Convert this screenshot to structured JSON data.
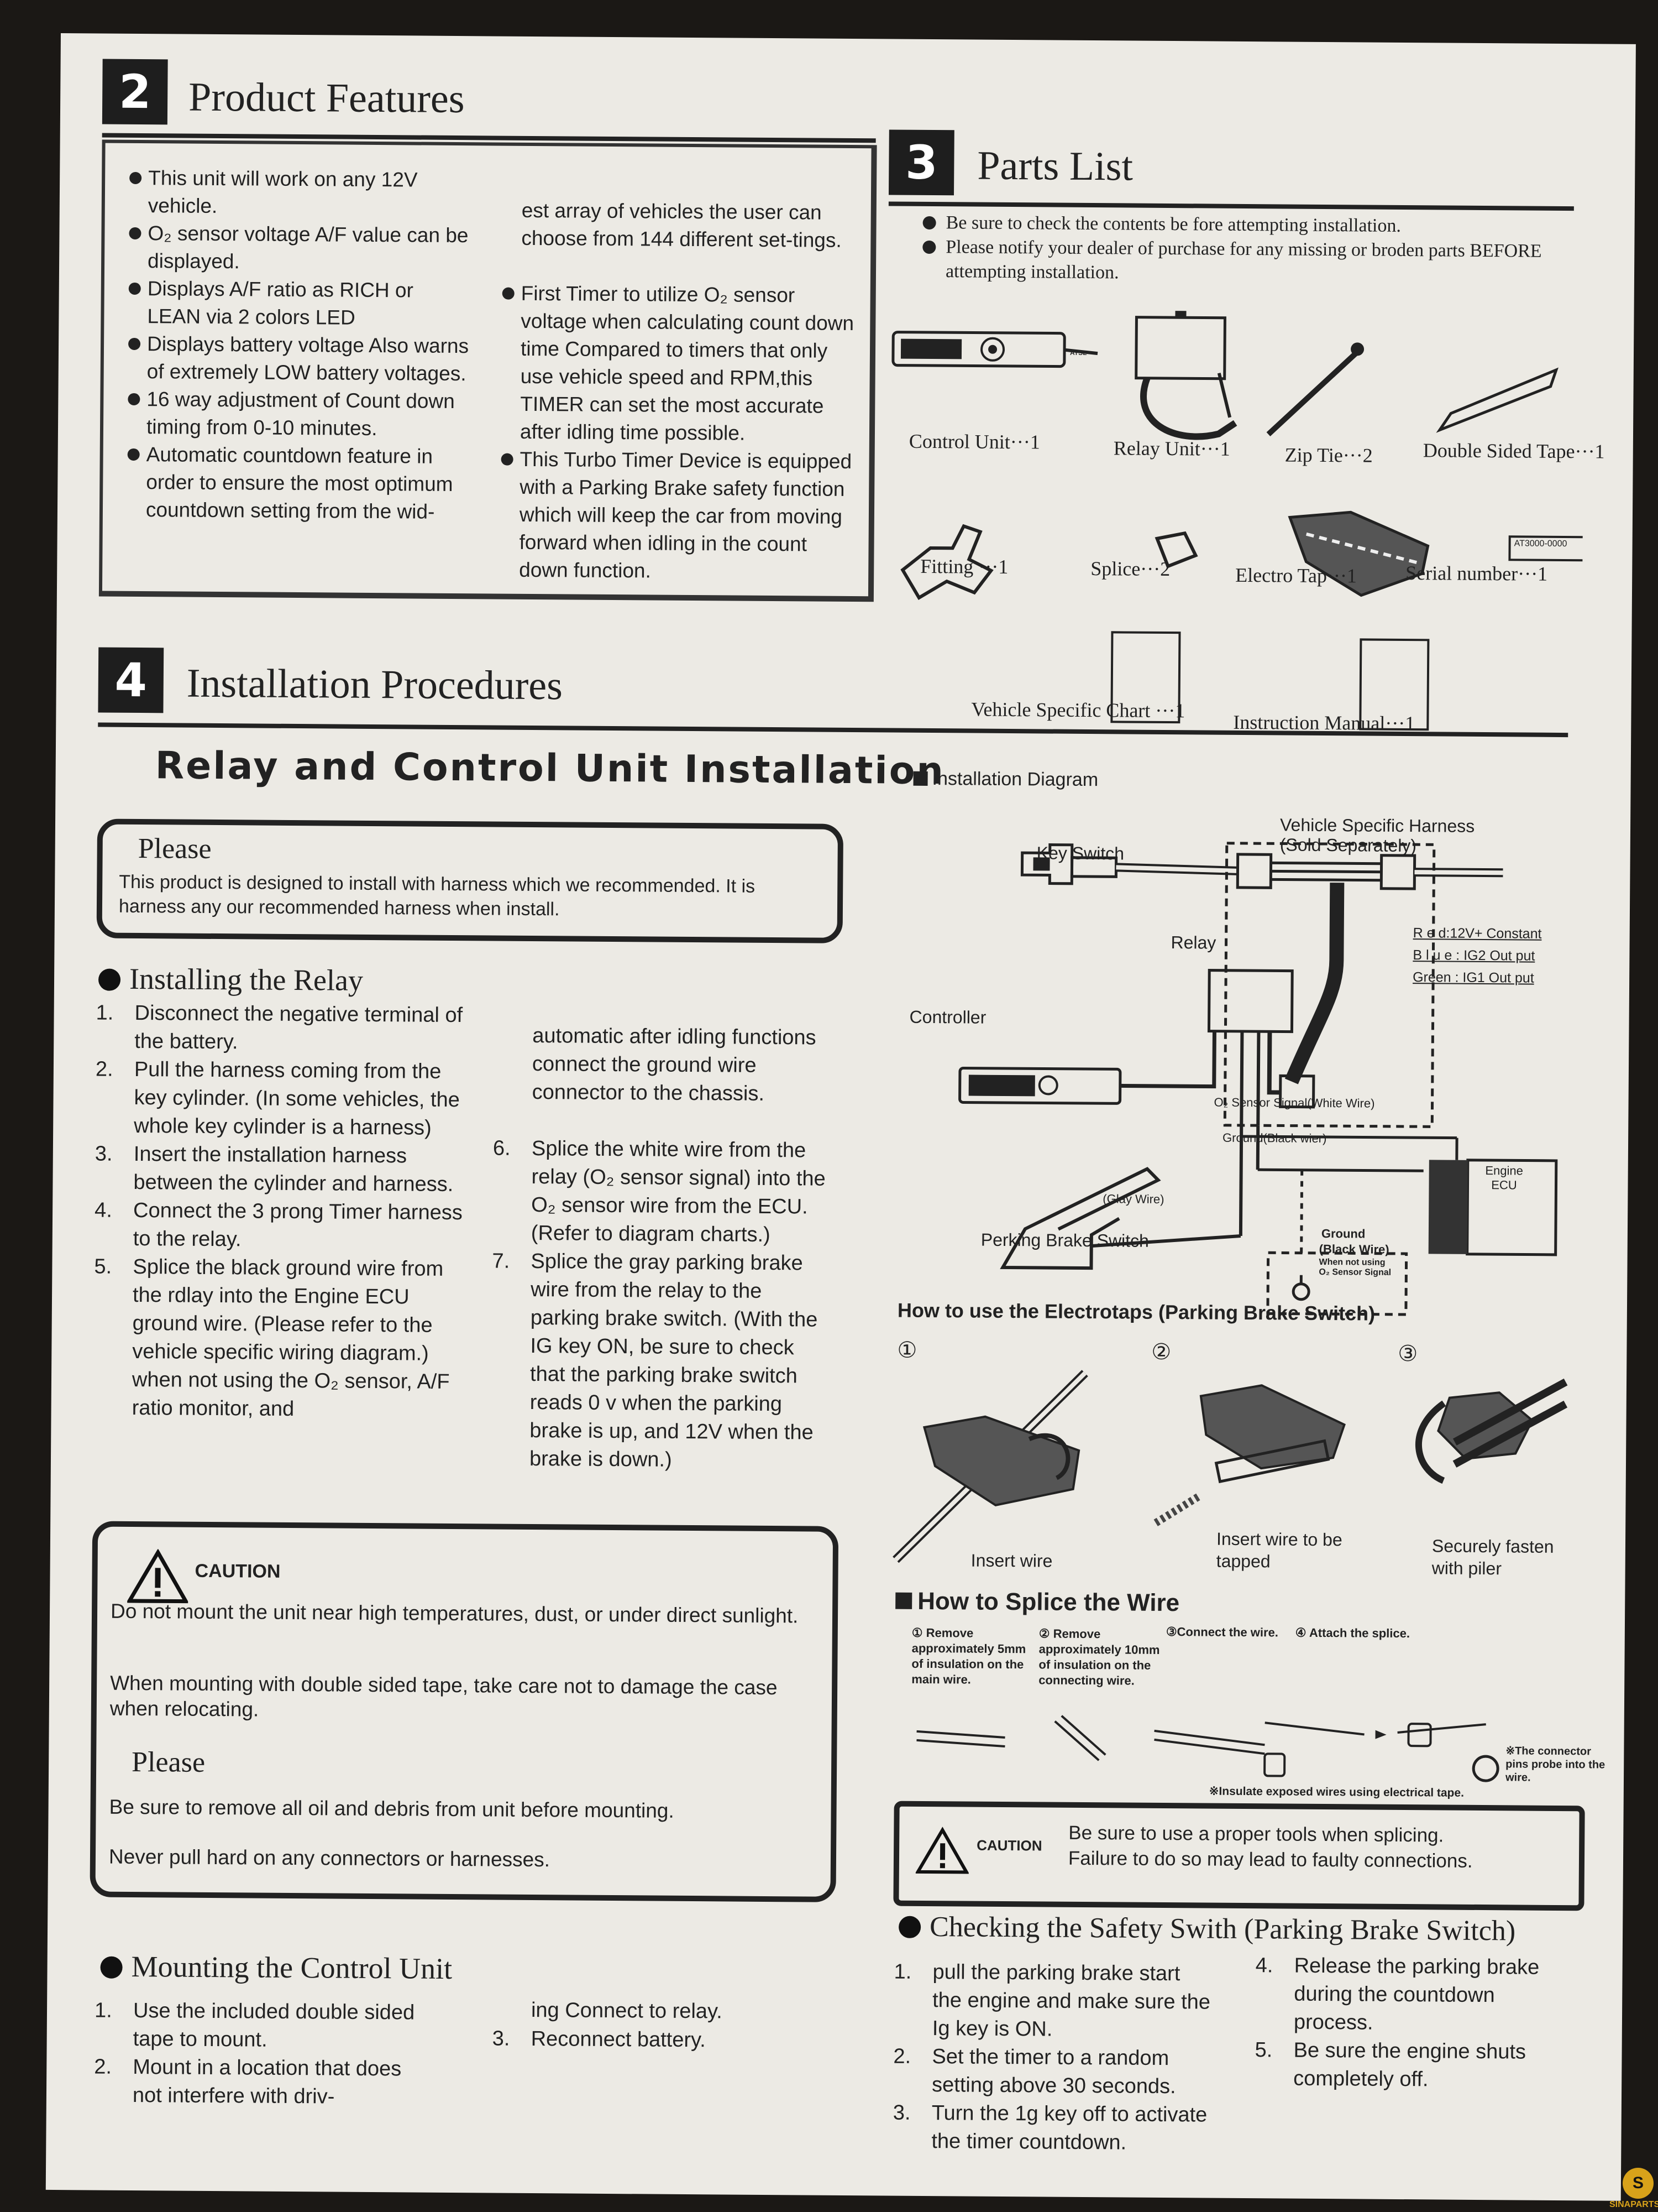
{
  "features": {
    "number": "2",
    "title": "Product Features",
    "col1": [
      "This unit will work on any 12V vehicle.",
      "O₂ sensor voltage A/F value can be displayed.",
      "Displays A/F ratio as RICH or LEAN via 2 colors LED",
      "Displays battery voltage Also warns of extremely LOW battery voltages.",
      "16 way adjustment of Count down timing from 0-10 minutes.",
      "Automatic countdown feature in order to ensure the most optimum countdown setting from the wid-"
    ],
    "col2_cont": "est array of vehicles the user can choose from 144 different set-tings.",
    "col2": [
      "First Timer to utilize O₂ sensor voltage when calculating count down time Compared to timers that only use vehicle speed and RPM,this TIMER can set the most accurate after idling time possible.",
      "This Turbo Timer Device is equipped with a Parking Brake safety function which will keep the car from moving forward when idling in the count down function."
    ]
  },
  "parts": {
    "number": "3",
    "title": "Parts List",
    "notes": [
      "Be sure to check the contents be fore attempting installation.",
      "Please notify your dealer of purchase for any missing or broden parts BEFORE attempting installation."
    ],
    "items": {
      "control_unit": "Control Unit···1",
      "relay_unit": "Relay Unit···1",
      "zip_tie": "Zip Tie···2",
      "tape": "Double Sided Tape···1",
      "fitting": "Fitting ···1",
      "splice": "Splice···2",
      "electro_tap": "Electro Tap···1",
      "serial": "Serial number···1",
      "serial_tag": "AT3000-0000",
      "chart": "Vehicle Specific Chart ···1",
      "manual": "Instruction Manual···1"
    },
    "control_brand": "ATSL"
  },
  "install": {
    "number": "4",
    "title": "Installation Procedures",
    "subtitle": "Relay and Control Unit Installation",
    "please_title": "Please",
    "please_text": "This product is designed to install with harness which we recommended. It is harness any our recommended harness when install.",
    "relay_heading": "Installing the Relay",
    "relay_steps": [
      {
        "n": "1.",
        "t": "Disconnect the negative terminal of the battery."
      },
      {
        "n": "2.",
        "t": "Pull the harness coming from the key cylinder. (In some vehicles, the whole key cylinder is a harness)"
      },
      {
        "n": "3.",
        "t": "Insert the installation harness between the cylinder and harness."
      },
      {
        "n": "4.",
        "t": "Connect the 3 prong Timer harness to the relay."
      },
      {
        "n": "5.",
        "t": "Splice the black ground wire from the rdlay into the Engine ECU ground wire. (Please refer to the vehicle specific wiring diagram.) when not using the O₂ sensor, A/F ratio monitor, and"
      }
    ],
    "relay_steps_cont": "automatic after idling functions connect the ground wire connector to the chassis.",
    "relay_steps2": [
      {
        "n": "6.",
        "t": "Splice the white wire from the relay (O₂ sensor signal) into the O₂ sensor wire from the ECU. (Refer to diagram charts.)"
      },
      {
        "n": "7.",
        "t": "Splice the gray parking brake wire from the relay to the parking brake switch. (With the IG key ON, be sure to check that the parking brake switch reads 0 v when the parking brake is up, and 12V when the brake is down.)"
      }
    ],
    "caution_label": "CAUTION",
    "caution_text1": "Do not mount the unit near high temperatures, dust, or under direct sunlight.",
    "caution_text2": "When mounting with double sided tape, take care not to damage the case when relocating.",
    "caution_please": "Please",
    "caution_text3": "Be sure to remove all oil and debris from unit before mounting.",
    "caution_text4": "Never pull hard on any connectors or harnesses.",
    "mount_heading": "Mounting the Control Unit",
    "mount_steps": [
      {
        "n": "1.",
        "t": "Use the included double sided tape to mount."
      },
      {
        "n": "2.",
        "t": "Mount in a location that does not interfere with driv-"
      }
    ],
    "mount_cont": "ing Connect to relay.",
    "mount_steps2": [
      {
        "n": "3.",
        "t": "Reconnect battery."
      }
    ]
  },
  "diagram": {
    "title": "Installation Diagram",
    "key_switch": "Key Switch",
    "harness": "Vehicle Specific Harness",
    "harness_sub": "(Sold Separately)",
    "relay": "Relay",
    "controller": "Controller",
    "red": "R e d:12V+ Constant",
    "blue": "B l u e : IG2 Out put",
    "green": "Green : IG1 Out put",
    "o2": "O₂ Sensor Signal(White Wire)",
    "ground": "Ground(Black wier)",
    "ecu": "Engine ECU",
    "glay": "(Glay Wire)",
    "brake_switch": "Perking Brake Switch",
    "gnd_box_title": "Ground",
    "gnd_box_wire": "(Black Wire)",
    "gnd_box_note1": "When not using",
    "gnd_box_note2": "O₂ Sensor Signal"
  },
  "electrotaps": {
    "title": "How to use the Electrotaps (Parking Brake Switch)",
    "s1": "①",
    "s2": "②",
    "s3": "③",
    "insert": "Insert wire",
    "tapped1": "Insert wire to be",
    "tapped2": "tapped",
    "fasten1": "Securely fasten",
    "fasten2": "with piler"
  },
  "splice": {
    "title": "How to Splice the Wire",
    "s1": "① Remove approximately 5mm of insulation on the main wire.",
    "s2": "② Remove approximately 10mm of insulation on the connecting wire.",
    "s3": "③Connect the wire.",
    "s4": "④ Attach the splice.",
    "note_pins": "※The connector pins probe into the wire.",
    "note_tape": "※Insulate exposed wires using electrical tape.",
    "caution_label": "CAUTION",
    "caution1": "Be sure to use a proper tools when splicing.",
    "caution2": "Failure to do so may lead to faulty connections."
  },
  "safety": {
    "heading": "Checking the Safety Swith (Parking Brake Switch)",
    "steps": [
      {
        "n": "1.",
        "t": "pull the parking brake start the engine and make sure the Ig key is ON."
      },
      {
        "n": "2.",
        "t": "Set the timer to a random setting above 30 seconds."
      },
      {
        "n": "3.",
        "t": "Turn the 1g key off to activate the timer countdown."
      }
    ],
    "steps2": [
      {
        "n": "4.",
        "t": "Release the parking brake during the countdown process."
      },
      {
        "n": "5.",
        "t": "Be sure the engine shuts completely off."
      }
    ]
  },
  "watermark": "SINAPARTS"
}
